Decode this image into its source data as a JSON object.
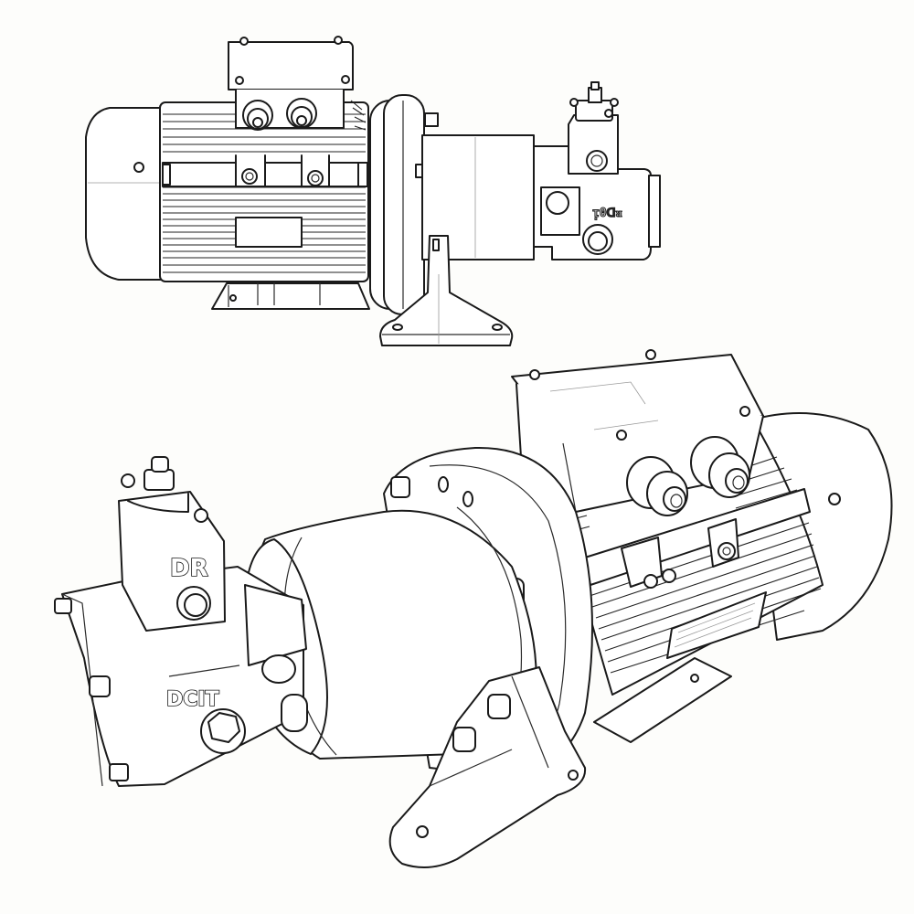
{
  "illustration": {
    "style": "black line drawing on white",
    "background": "#fdfdfb",
    "stroke_color": "#1a1a1a",
    "assemblies": [
      {
        "id": "upper",
        "view": "side elevation",
        "components": [
          "fan-cover",
          "finned-motor-body",
          "terminal-box",
          "cable-glands",
          "motor-feet",
          "bell-housing-flange",
          "coupling-housing",
          "foot-bracket",
          "vane-pump",
          "pressure-regulator-valve"
        ],
        "pump_label": "ᴉ0ᗡᴚ"
      },
      {
        "id": "lower",
        "view": "three-quarter perspective",
        "components": [
          "fan-cover",
          "finned-motor-body",
          "terminal-box",
          "cable-glands",
          "nameplate",
          "bell-housing-flange",
          "coupling-housing",
          "foot-bracket",
          "vane-pump",
          "pressure-regulator-valve"
        ],
        "valve_label": "DR",
        "pump_label": "DCIT",
        "nameplate_text": "illegible"
      }
    ]
  }
}
